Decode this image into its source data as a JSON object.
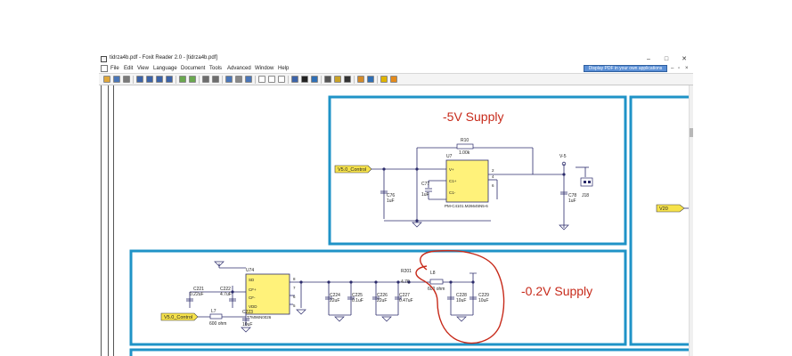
{
  "window": {
    "title": "tidrza4b.pdf - Foxit Reader 2.0 - [tidrza4b.pdf]",
    "controls": {
      "minimize": "–",
      "maximize": "□",
      "close": "✕"
    },
    "doc_controls": {
      "minimize": "–",
      "restore": "▫",
      "close": "×"
    }
  },
  "menu": [
    "File",
    "Edit",
    "View",
    "Language",
    "Document",
    "Tools",
    "Advanced",
    "Window",
    "Help"
  ],
  "banner": "Display PDF in your own applications",
  "toolbar_icons": [
    "open-icon",
    "save-icon",
    "print-icon",
    "first-page-icon",
    "prev-page-icon",
    "next-page-icon",
    "last-page-icon",
    "go-back-icon",
    "go-forward-icon",
    "rotate-left-icon",
    "rotate-right-icon",
    "zoom-out-icon",
    "zoom-dropdown-icon",
    "zoom-in-icon",
    "page-icon",
    "two-page-icon",
    "continuous-icon",
    "find-icon",
    "text-select-icon",
    "snapshot-icon",
    "select-icon",
    "hand-icon",
    "typewriter-icon",
    "comment-icon",
    "link-icon",
    "highlight-icon",
    "about-icon"
  ],
  "schematic": {
    "top_block": {
      "title": "-5V Supply",
      "r10_ref": "R10",
      "r10_val": "1.00k",
      "u7_ref": "U7",
      "u7_pins": [
        "V+",
        "C1+",
        "C1-"
      ],
      "u7_part": "PM-C4101.M26645N5-6",
      "pin_nums": [
        "2",
        "4",
        "6"
      ],
      "net_label": "V5.0_Control",
      "c76_ref": "C76",
      "c76_val": "1uF",
      "c77_ref": "C77",
      "c77_val": "1uF",
      "c78_ref": "C78",
      "c78_val": "1uF",
      "v5_label": "V-5",
      "j18_label": "J18"
    },
    "right_block": {
      "net_label": "V20"
    },
    "bottom_block": {
      "title": "-0.2V Supply",
      "net_label": "V5.0_Control",
      "u_ref": "U74",
      "u_pins": [
        "SD",
        "CF+",
        "CF-",
        "VDD"
      ],
      "u_part": "T7M96N0026",
      "pin_nums": [
        "8",
        "7",
        "6",
        "5"
      ],
      "c221_ref": "C221",
      "c221_val": "0.22uF",
      "c222_ref": "C222",
      "c222_val": "4.7uF",
      "c223_ref": "C223",
      "c223_val": "10uF",
      "l_ref": "L7",
      "l_val": "600 ohm",
      "c224_ref": "C224",
      "c224_val": "22uF",
      "c225_ref": "C225",
      "c225_val": "0.1uF",
      "c226_ref": "C226",
      "c226_val": "22uF",
      "c227_ref": "C227",
      "c227_val": "0.47uF",
      "r201_ref": "R201",
      "r201_val": "4.70",
      "l8_ref": "L8",
      "l8_val": "600 ohm",
      "c228_ref": "C228",
      "c228_val": "10uF",
      "c229_ref": "C229",
      "c229_val": "10uF"
    }
  },
  "colors": {
    "frame": "#1f93c7",
    "wire": "#2b2b6b",
    "component_fill": "#fff27a",
    "annotation_red": "#c72a1a",
    "net_label_fill": "#f6e24a",
    "banner": "#5a8fd6"
  }
}
